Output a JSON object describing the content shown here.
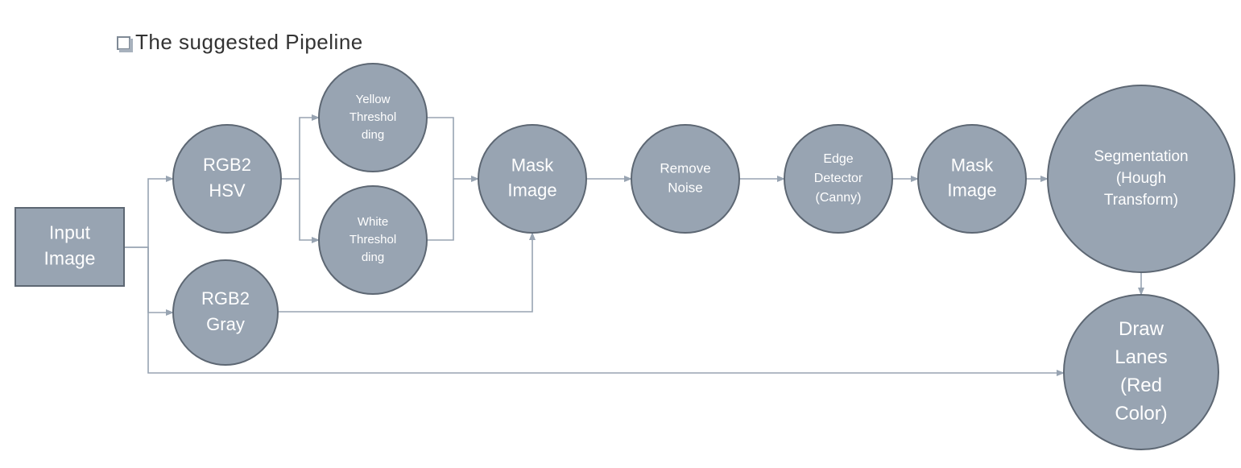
{
  "title": "The suggested Pipeline",
  "colors": {
    "node_fill": "#98a4b2",
    "node_stroke": "#5d6773",
    "connector": "#98a4b2",
    "label": "#ffffff"
  },
  "nodes": [
    {
      "id": "input-image",
      "lines": [
        "Input",
        "Image"
      ]
    },
    {
      "id": "rgb2hsv",
      "lines": [
        "RGB2",
        "HSV"
      ]
    },
    {
      "id": "rgb2gray",
      "lines": [
        "RGB2",
        "Gray"
      ]
    },
    {
      "id": "yellow-thresholding",
      "lines": [
        "Yellow",
        "Threshol",
        "ding"
      ]
    },
    {
      "id": "white-thresholding",
      "lines": [
        "White",
        "Threshol",
        "ding"
      ]
    },
    {
      "id": "mask-image-1",
      "lines": [
        "Mask",
        "Image"
      ]
    },
    {
      "id": "remove-noise",
      "lines": [
        "Remove",
        "Noise"
      ]
    },
    {
      "id": "edge-detector",
      "lines": [
        "Edge",
        "Detector",
        "(Canny)"
      ]
    },
    {
      "id": "mask-image-2",
      "lines": [
        "Mask",
        "Image"
      ]
    },
    {
      "id": "segmentation",
      "lines": [
        "Segmentation",
        "(Hough",
        "Transform)"
      ]
    },
    {
      "id": "draw-lanes",
      "lines": [
        "Draw",
        "Lanes",
        "(Red",
        "Color)"
      ]
    }
  ],
  "edges": [
    {
      "from": "input-image",
      "to": "rgb2hsv"
    },
    {
      "from": "input-image",
      "to": "rgb2gray"
    },
    {
      "from": "input-image",
      "to": "draw-lanes"
    },
    {
      "from": "rgb2hsv",
      "to": "yellow-thresholding"
    },
    {
      "from": "rgb2hsv",
      "to": "white-thresholding"
    },
    {
      "from": "yellow-thresholding",
      "to": "mask-image-1"
    },
    {
      "from": "white-thresholding",
      "to": "mask-image-1"
    },
    {
      "from": "rgb2gray",
      "to": "mask-image-1"
    },
    {
      "from": "mask-image-1",
      "to": "remove-noise"
    },
    {
      "from": "remove-noise",
      "to": "edge-detector"
    },
    {
      "from": "edge-detector",
      "to": "mask-image-2"
    },
    {
      "from": "mask-image-2",
      "to": "segmentation"
    },
    {
      "from": "segmentation",
      "to": "draw-lanes"
    }
  ]
}
